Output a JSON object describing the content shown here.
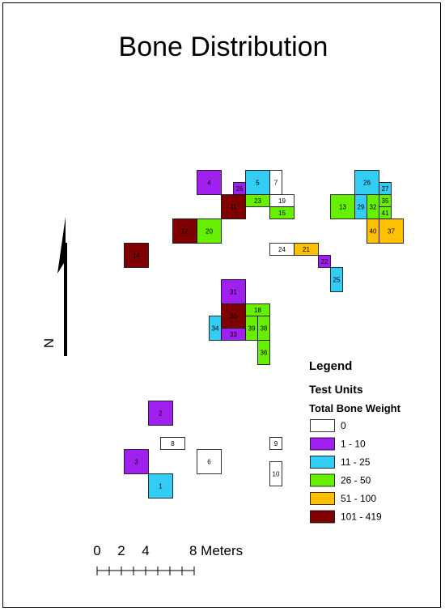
{
  "title": "Bone Distribution",
  "north_label": "N",
  "legend": {
    "title": "Legend",
    "subtitle": "Test Units",
    "field": "Total Bone Weight",
    "classes": [
      {
        "label": "0",
        "color": "#ffffff"
      },
      {
        "label": "1 - 10",
        "color": "#a020f0"
      },
      {
        "label": "11 - 25",
        "color": "#33ccf5"
      },
      {
        "label": "26 - 50",
        "color": "#66f000"
      },
      {
        "label": "51 - 100",
        "color": "#ffc000"
      },
      {
        "label": "101 - 419",
        "color": "#7f0000"
      }
    ]
  },
  "scale_bar": {
    "labels": [
      "0",
      "2",
      "4",
      "8 Meters"
    ]
  },
  "units": [
    {
      "id": "4",
      "class": 1
    },
    {
      "id": "26",
      "class": 1
    },
    {
      "id": "5",
      "class": 2
    },
    {
      "id": "7",
      "class": 0
    },
    {
      "id": "11",
      "class": 5
    },
    {
      "id": "23",
      "class": 3
    },
    {
      "id": "19",
      "class": 0
    },
    {
      "id": "15",
      "class": 3
    },
    {
      "id": "12",
      "class": 5
    },
    {
      "id": "20",
      "class": 3
    },
    {
      "id": "14",
      "class": 5
    },
    {
      "id": "26",
      "class": 2
    },
    {
      "id": "27",
      "class": 2
    },
    {
      "id": "13",
      "class": 3
    },
    {
      "id": "29",
      "class": 2
    },
    {
      "id": "32",
      "class": 3
    },
    {
      "id": "35",
      "class": 3
    },
    {
      "id": "41",
      "class": 3
    },
    {
      "id": "40",
      "class": 4
    },
    {
      "id": "37",
      "class": 4
    },
    {
      "id": "24",
      "class": 0
    },
    {
      "id": "21",
      "class": 4
    },
    {
      "id": "22",
      "class": 1
    },
    {
      "id": "25",
      "class": 2
    },
    {
      "id": "31",
      "class": 1
    },
    {
      "id": "30",
      "class": 5
    },
    {
      "id": "18",
      "class": 3
    },
    {
      "id": "34",
      "class": 2
    },
    {
      "id": "33",
      "class": 1
    },
    {
      "id": "39",
      "class": 3
    },
    {
      "id": "38",
      "class": 3
    },
    {
      "id": "36",
      "class": 3
    },
    {
      "id": "2",
      "class": 1
    },
    {
      "id": "8",
      "class": 0
    },
    {
      "id": "3",
      "class": 1
    },
    {
      "id": "6",
      "class": 0
    },
    {
      "id": "1",
      "class": 2
    },
    {
      "id": "9",
      "class": 0
    },
    {
      "id": "10",
      "class": 0
    }
  ]
}
